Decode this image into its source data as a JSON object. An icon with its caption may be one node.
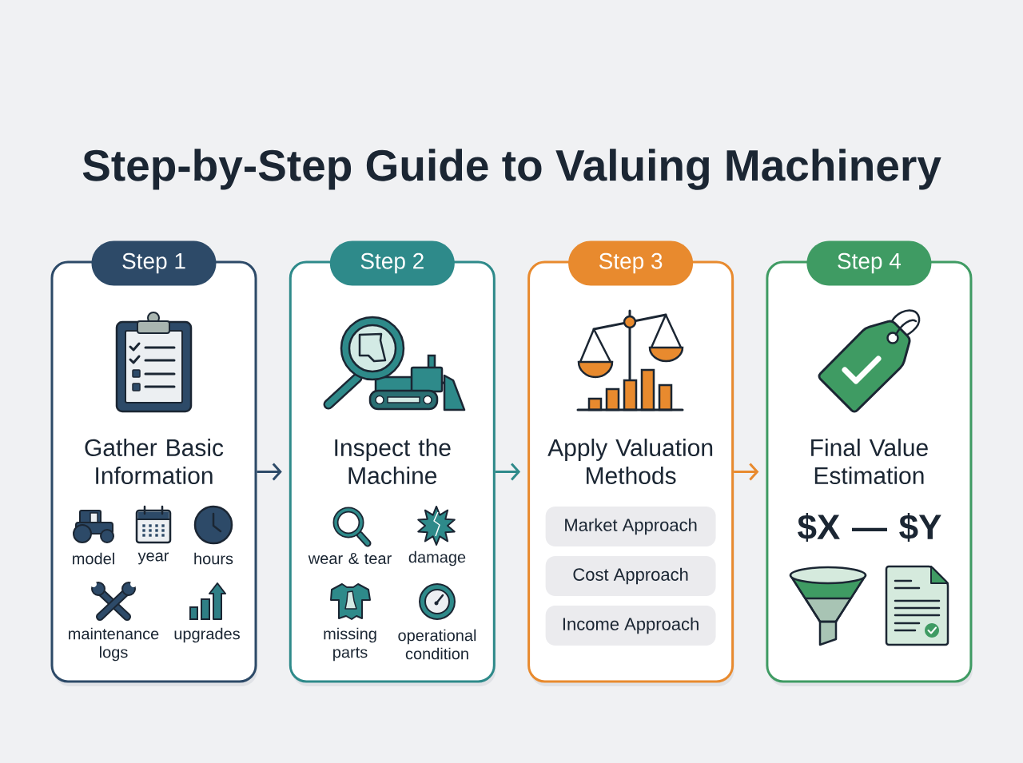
{
  "diagram": {
    "title": "Step-by-Step Guide to Valuing Machinery",
    "nodes": [
      {
        "text": [
          "Step 1",
          "Gather Basic Information"
        ]
      },
      {
        "text": [
          "Step 2",
          "Inspect the Machine"
        ]
      },
      {
        "text": [
          "Step 3",
          "Apply Valuation Methods"
        ]
      },
      {
        "text": [
          "Step 4",
          "Final Value Estimation"
        ]
      },
      {
        "text": [
          "Market Approach"
        ],
        "in": 2
      },
      {
        "text": [
          "Cost Approach"
        ],
        "in": 2
      },
      {
        "text": [
          "Income Approach"
        ],
        "in": 2
      }
    ],
    "edges": [
      {
        "from": 0,
        "to": 1,
        "arrow": "to",
        "color": "#2d4a68"
      },
      {
        "from": 1,
        "to": 2,
        "arrow": "to",
        "color": "#2e8a8a"
      },
      {
        "from": 2,
        "to": 3,
        "arrow": "to",
        "color": "#e88a2e"
      }
    ],
    "labels": [
      "model",
      "year",
      "hours",
      "maintenance logs",
      "upgrades",
      "wear & tear",
      "damage",
      "missing parts",
      "operational condition",
      "$X — $Y"
    ]
  }
}
